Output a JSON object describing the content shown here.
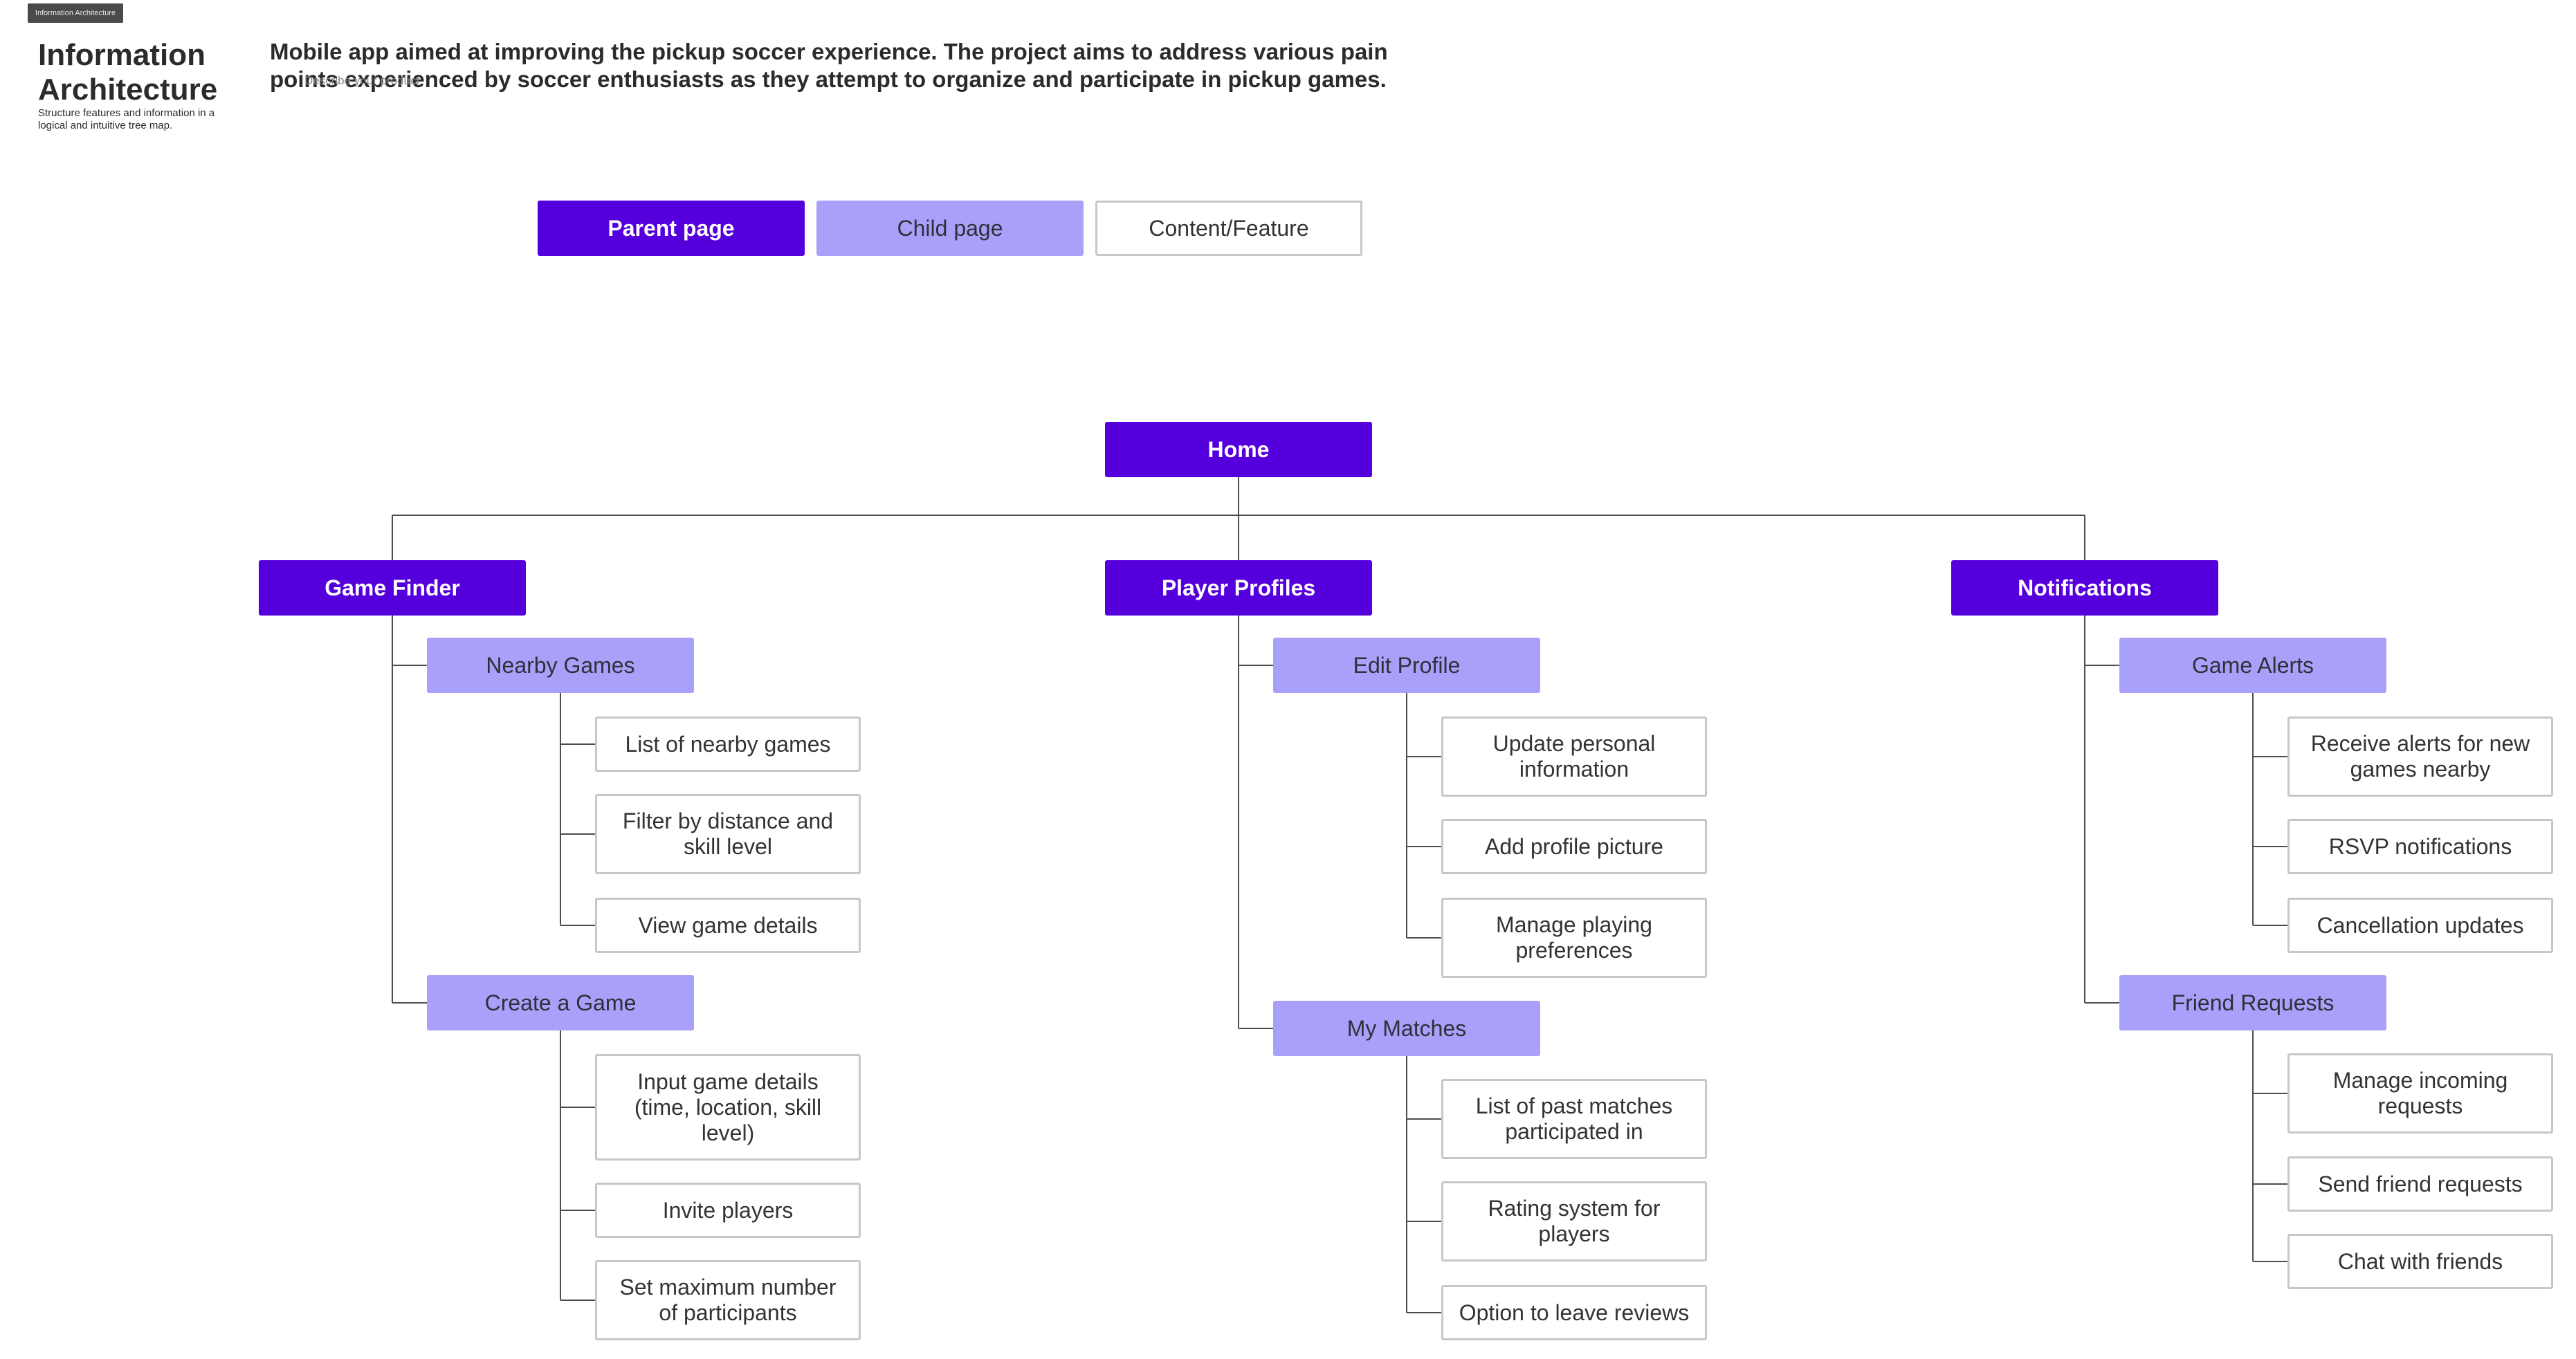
{
  "header": {
    "tag": "Information Architecture",
    "title": "Information Architecture",
    "subtitle": "Structure features and information in a logical and intuitive tree map.",
    "description": "Mobile app aimed at improving the pickup soccer experience. The project aims to address various pain points experienced by soccer enthusiasts as they attempt to organize and participate in pickup games.",
    "overlap_text": "Describe your product"
  },
  "legend": {
    "parent": "Parent page",
    "child": "Child page",
    "feature": "Content/Feature"
  },
  "tree": {
    "root": "Home",
    "sections": [
      {
        "title": "Game Finder",
        "children": [
          {
            "title": "Nearby Games",
            "features": [
              "List of nearby games",
              "Filter by distance and skill level",
              "View game details"
            ]
          },
          {
            "title": "Create a Game",
            "features": [
              "Input game details (time, location, skill level)",
              "Invite players",
              "Set maximum number of participants"
            ]
          }
        ]
      },
      {
        "title": "Player Profiles",
        "children": [
          {
            "title": "Edit Profile",
            "features": [
              "Update personal information",
              "Add profile picture",
              "Manage playing preferences"
            ]
          },
          {
            "title": "My Matches",
            "features": [
              "List of past matches participated in",
              "Rating system for players",
              "Option to leave reviews"
            ]
          }
        ]
      },
      {
        "title": "Notifications",
        "children": [
          {
            "title": "Game Alerts",
            "features": [
              "Receive alerts for new games nearby",
              "RSVP notifications",
              "Cancellation updates"
            ]
          },
          {
            "title": "Friend Requests",
            "features": [
              "Manage incoming requests",
              "Send friend requests",
              "Chat with friends"
            ]
          }
        ]
      }
    ]
  }
}
